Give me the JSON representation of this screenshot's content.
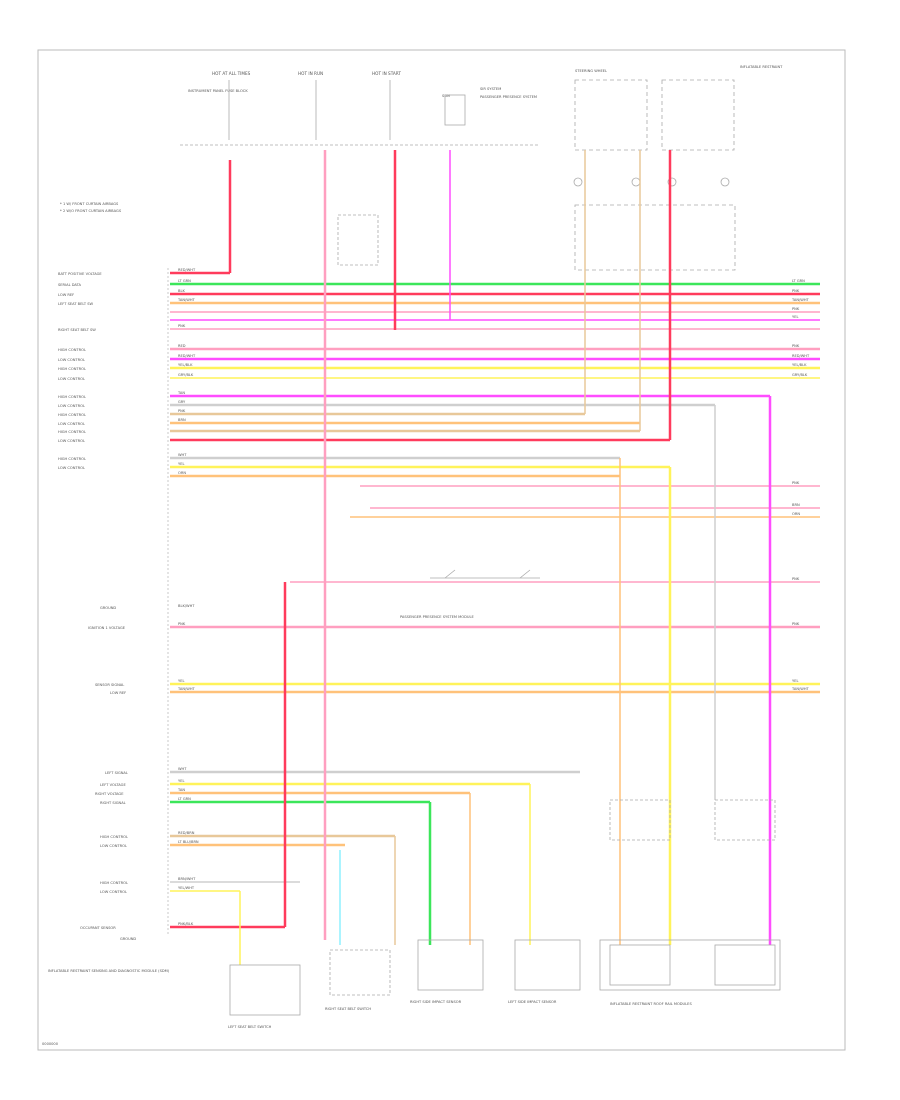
{
  "diagram": {
    "page_code": "0000000",
    "colors": {
      "red": "#ff3b5c",
      "pink": "#ff9fc0",
      "green": "#3ce65a",
      "yellow": "#fff35a",
      "orange": "#ffc27a",
      "magenta": "#ff4dff",
      "cyan": "#8ff0ff",
      "gray": "#cfcfcf",
      "tan": "#e8c89a"
    },
    "top_labels": [
      "HOT AT ALL TIMES",
      "HOT IN RUN",
      "HOT IN START",
      "INSTRUMENT PANEL FUSE BLOCK",
      "SDM",
      "SIR SYSTEM",
      "PASSENGER PRESENCE SYSTEM",
      "STEERING WHEEL",
      "INFLATABLE RESTRAINT"
    ],
    "note_lines": [
      "* 1 W/ FRONT CURTAIN AIRBAGS",
      "* 2 W/O FRONT CURTAIN AIRBAGS"
    ],
    "left_labels": [
      "BATT POSITIVE VOLTAGE",
      "SERIAL DATA",
      "LOW REF",
      "LEFT SEAT BELT SW",
      "RIGHT SEAT BELT SW",
      "HIGH CONTROL",
      "LOW CONTROL",
      "HIGH CONTROL",
      "LOW CONTROL",
      "HIGH CONTROL",
      "LOW CONTROL",
      "HIGH CONTROL",
      "LOW CONTROL",
      "HIGH CONTROL",
      "LOW CONTROL",
      "HIGH CONTROL",
      "LOW CONTROL",
      "GROUND",
      "IGNITION 1 VOLTAGE",
      "SENSOR SIGNAL",
      "LOW REF",
      "LEFT SIGNAL",
      "LEFT VOLTAGE",
      "RIGHT VOLTAGE",
      "RIGHT SIGNAL",
      "HIGH CONTROL",
      "LOW CONTROL",
      "HIGH CONTROL",
      "LOW CONTROL",
      "OCCUPANT SENSOR",
      "GROUND"
    ],
    "wire_labels": [
      "RED/WHT",
      "LT GRN",
      "BLK",
      "TAN/WHT",
      "PNK",
      "RED",
      "RED/WHT",
      "YEL/BLK",
      "GRY/BLK",
      "TAN",
      "GRY",
      "PNK",
      "BRN",
      "WHT",
      "YEL",
      "ORN",
      "BLK/WHT",
      "PNK",
      "YEL",
      "TAN/WHT",
      "WHT",
      "YEL",
      "TAN",
      "LT GRN",
      "RED/BRN",
      "LT BLU/BRN",
      "BRN/WHT",
      "YEL/WHT",
      "PNK/BLK"
    ],
    "right_wire_labels": [
      "LT GRN",
      "PNK",
      "TAN/WHT",
      "PNK",
      "YEL",
      "PNK",
      "RED/WHT",
      "YEL/BLK",
      "GRY/BLK",
      "PNK",
      "BRN",
      "ORN",
      "PNK",
      "PNK",
      "YEL",
      "TAN/WHT"
    ],
    "bottom_components": [
      "LEFT SEAT BELT SWITCH",
      "RIGHT SEAT BELT SWITCH",
      "RIGHT SIDE IMPACT SENSOR",
      "LEFT SIDE IMPACT SENSOR",
      "INFLATABLE RESTRAINT ROOF RAIL MODULES"
    ],
    "bottom_left_note": "INFLATABLE RESTRAINT SENSING AND DIAGNOSTIC MODULE (SDM)",
    "center_note": "PASSENGER PRESENCE SYSTEM MODULE"
  }
}
